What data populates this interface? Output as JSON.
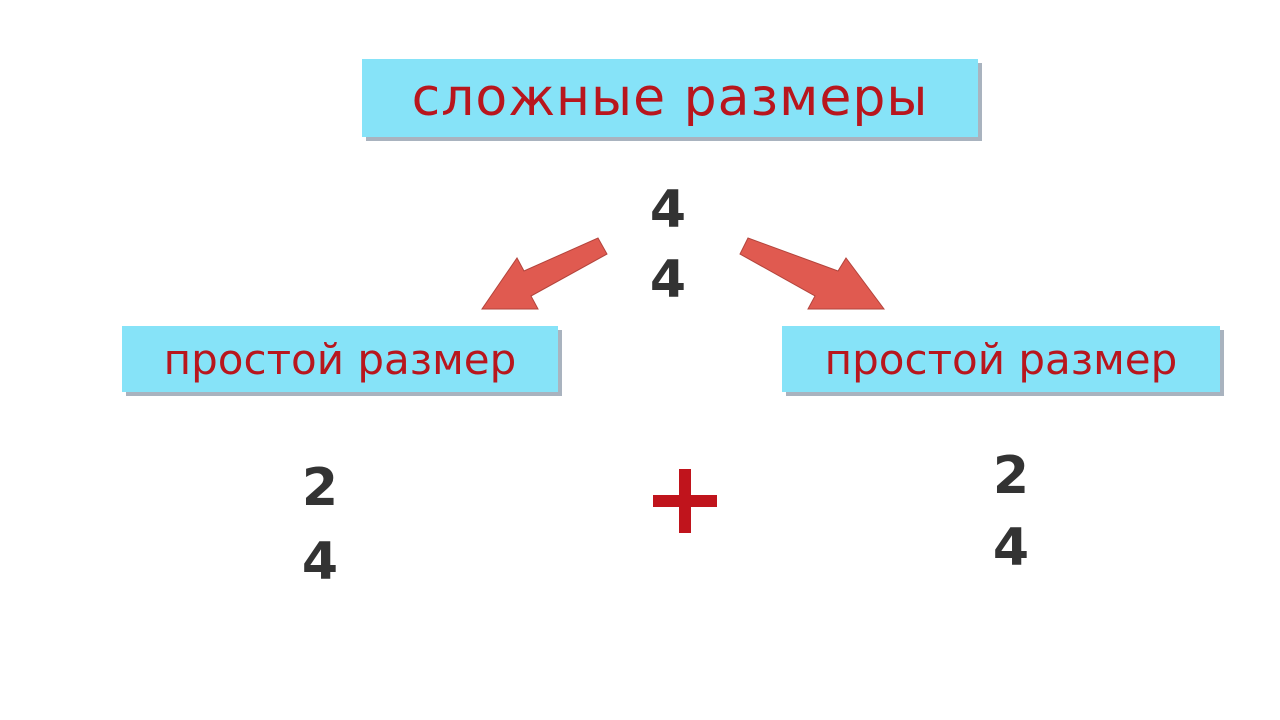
{
  "title": "сложные размеры",
  "compound": {
    "top": "4",
    "bottom": "4"
  },
  "left": {
    "label": "простой размер",
    "top": "2",
    "bottom": "4"
  },
  "right": {
    "label": "простой размер",
    "top": "2",
    "bottom": "4"
  },
  "operator": "+",
  "colors": {
    "box_fill": "#86e3f8",
    "box_text": "#b8161d",
    "arrow": "#e05a50",
    "digits": "#333333",
    "plus": "#c0141c"
  }
}
